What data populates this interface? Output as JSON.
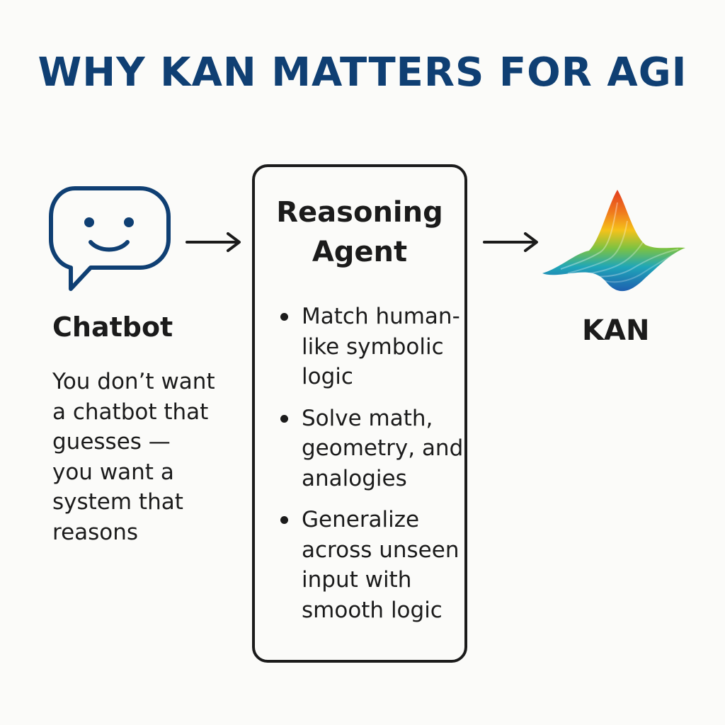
{
  "title": "WHY KAN MATTERS FOR AGI",
  "colors": {
    "title": "#0f3f73",
    "icon_stroke": "#0f3f73",
    "text": "#1b1b1b",
    "background": "#fbfbf9"
  },
  "chatbot": {
    "icon": "chat-bubble-smile-icon",
    "label": "Chatbot",
    "description": "You don’t want a chatbot that guesses — you want a system that reasons"
  },
  "arrows": {
    "icon": "right-arrow-icon"
  },
  "agent": {
    "title_line1": "Reasoning",
    "title_line2": "Agent",
    "bullets": [
      "Match human-like symbolic logic",
      "Solve math, geometry, and analogies",
      "Generalize across unseen input with smooth logic"
    ]
  },
  "kan": {
    "icon": "rainbow-wave-surface-icon",
    "label": "KAN"
  }
}
